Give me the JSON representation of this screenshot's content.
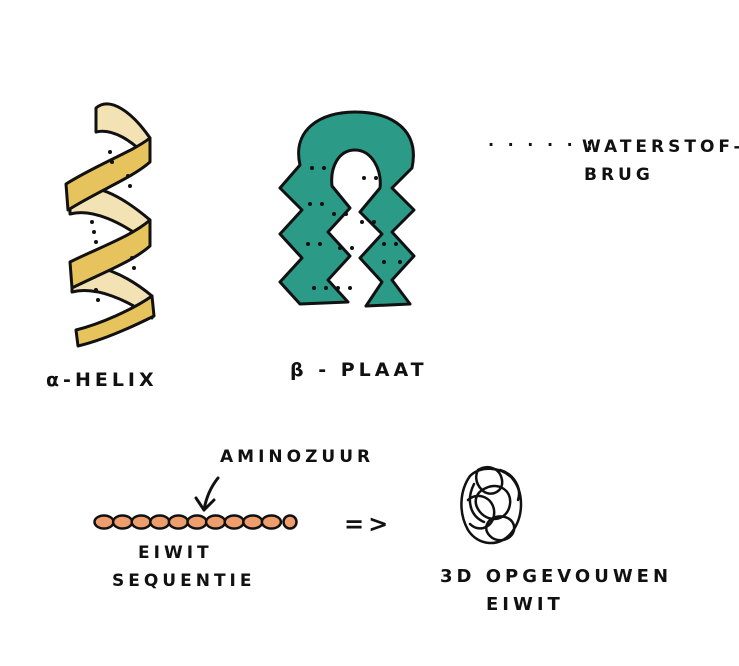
{
  "labels": {
    "alpha_helix": "α-HELIX",
    "beta_sheet": "β - PLAAT",
    "legend_dots": "· · · · · :",
    "legend_line1": "WATERSTOF-",
    "legend_line2": "BRUG",
    "aminozuur": "AMINOZUUR",
    "sequence_line1": "EIWIT",
    "sequence_line2": "SEQUENTIE",
    "arrow": "=>",
    "folded_line1": "3D  OPGEVOUWEN",
    "folded_line2": "EIWIT"
  },
  "colors": {
    "helix_front": "#e7c35d",
    "helix_back": "#f3e3b4",
    "sheet": "#2b9a86",
    "beads": "#ee9d6c",
    "ink": "#111111"
  },
  "amino_acid_count": 11
}
